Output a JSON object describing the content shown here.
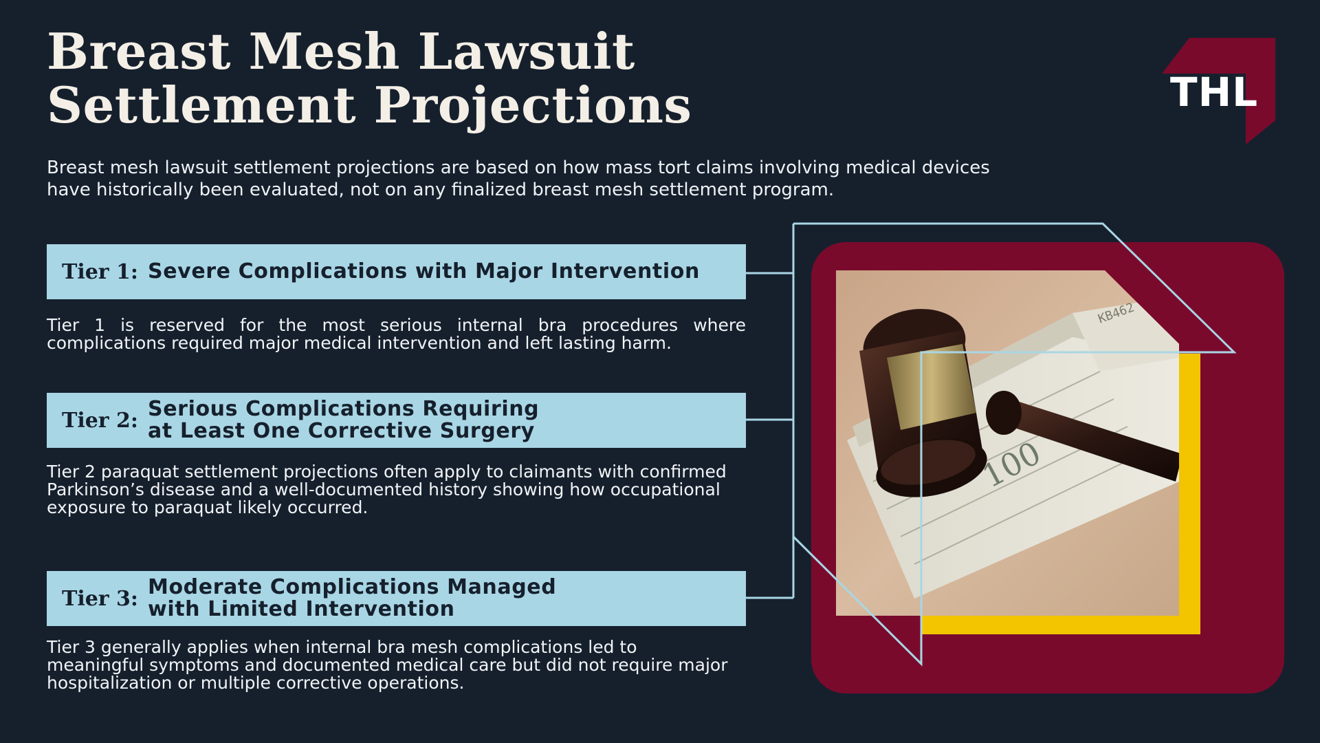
{
  "title_lines": [
    "Breast Mesh Lawsuit",
    "Settlement Projections"
  ],
  "intro": "Breast mesh lawsuit settlement projections are based on how mass tort claims involving medical devices have historically been evaluated, not on any finalized breast mesh settlement program.",
  "logo": {
    "text": "THL"
  },
  "tiers": [
    {
      "label": "Tier 1:",
      "title_lines": [
        "Severe Complications with Major Intervention"
      ],
      "description": "Tier 1 is reserved for the most serious internal bra procedures where complications required major medical intervention and left lasting harm."
    },
    {
      "label": "Tier 2:",
      "title_lines": [
        "Serious Complications Requiring",
        "at Least One Corrective Surgery"
      ],
      "description": "Tier 2 paraquat settlement projections often apply to claimants with confirmed Parkinson’s disease and a well-documented history showing how occupational exposure to paraquat likely occurred."
    },
    {
      "label": "Tier 3:",
      "title_lines": [
        "Moderate Complications Managed",
        "with Limited Intervention"
      ],
      "description": "Tier 3 generally applies when internal bra mesh complications led to meaningful symptoms and documented medical care but did not require major hospitalization or multiple corrective operations."
    }
  ],
  "colors": {
    "background": "#16202d",
    "tier_header": "#a9d6e5",
    "maroon": "#7a0a2c",
    "gold": "#f2c500",
    "connector": "#a9d6e5"
  },
  "image": {
    "icon": "gavel-on-money-photo"
  }
}
